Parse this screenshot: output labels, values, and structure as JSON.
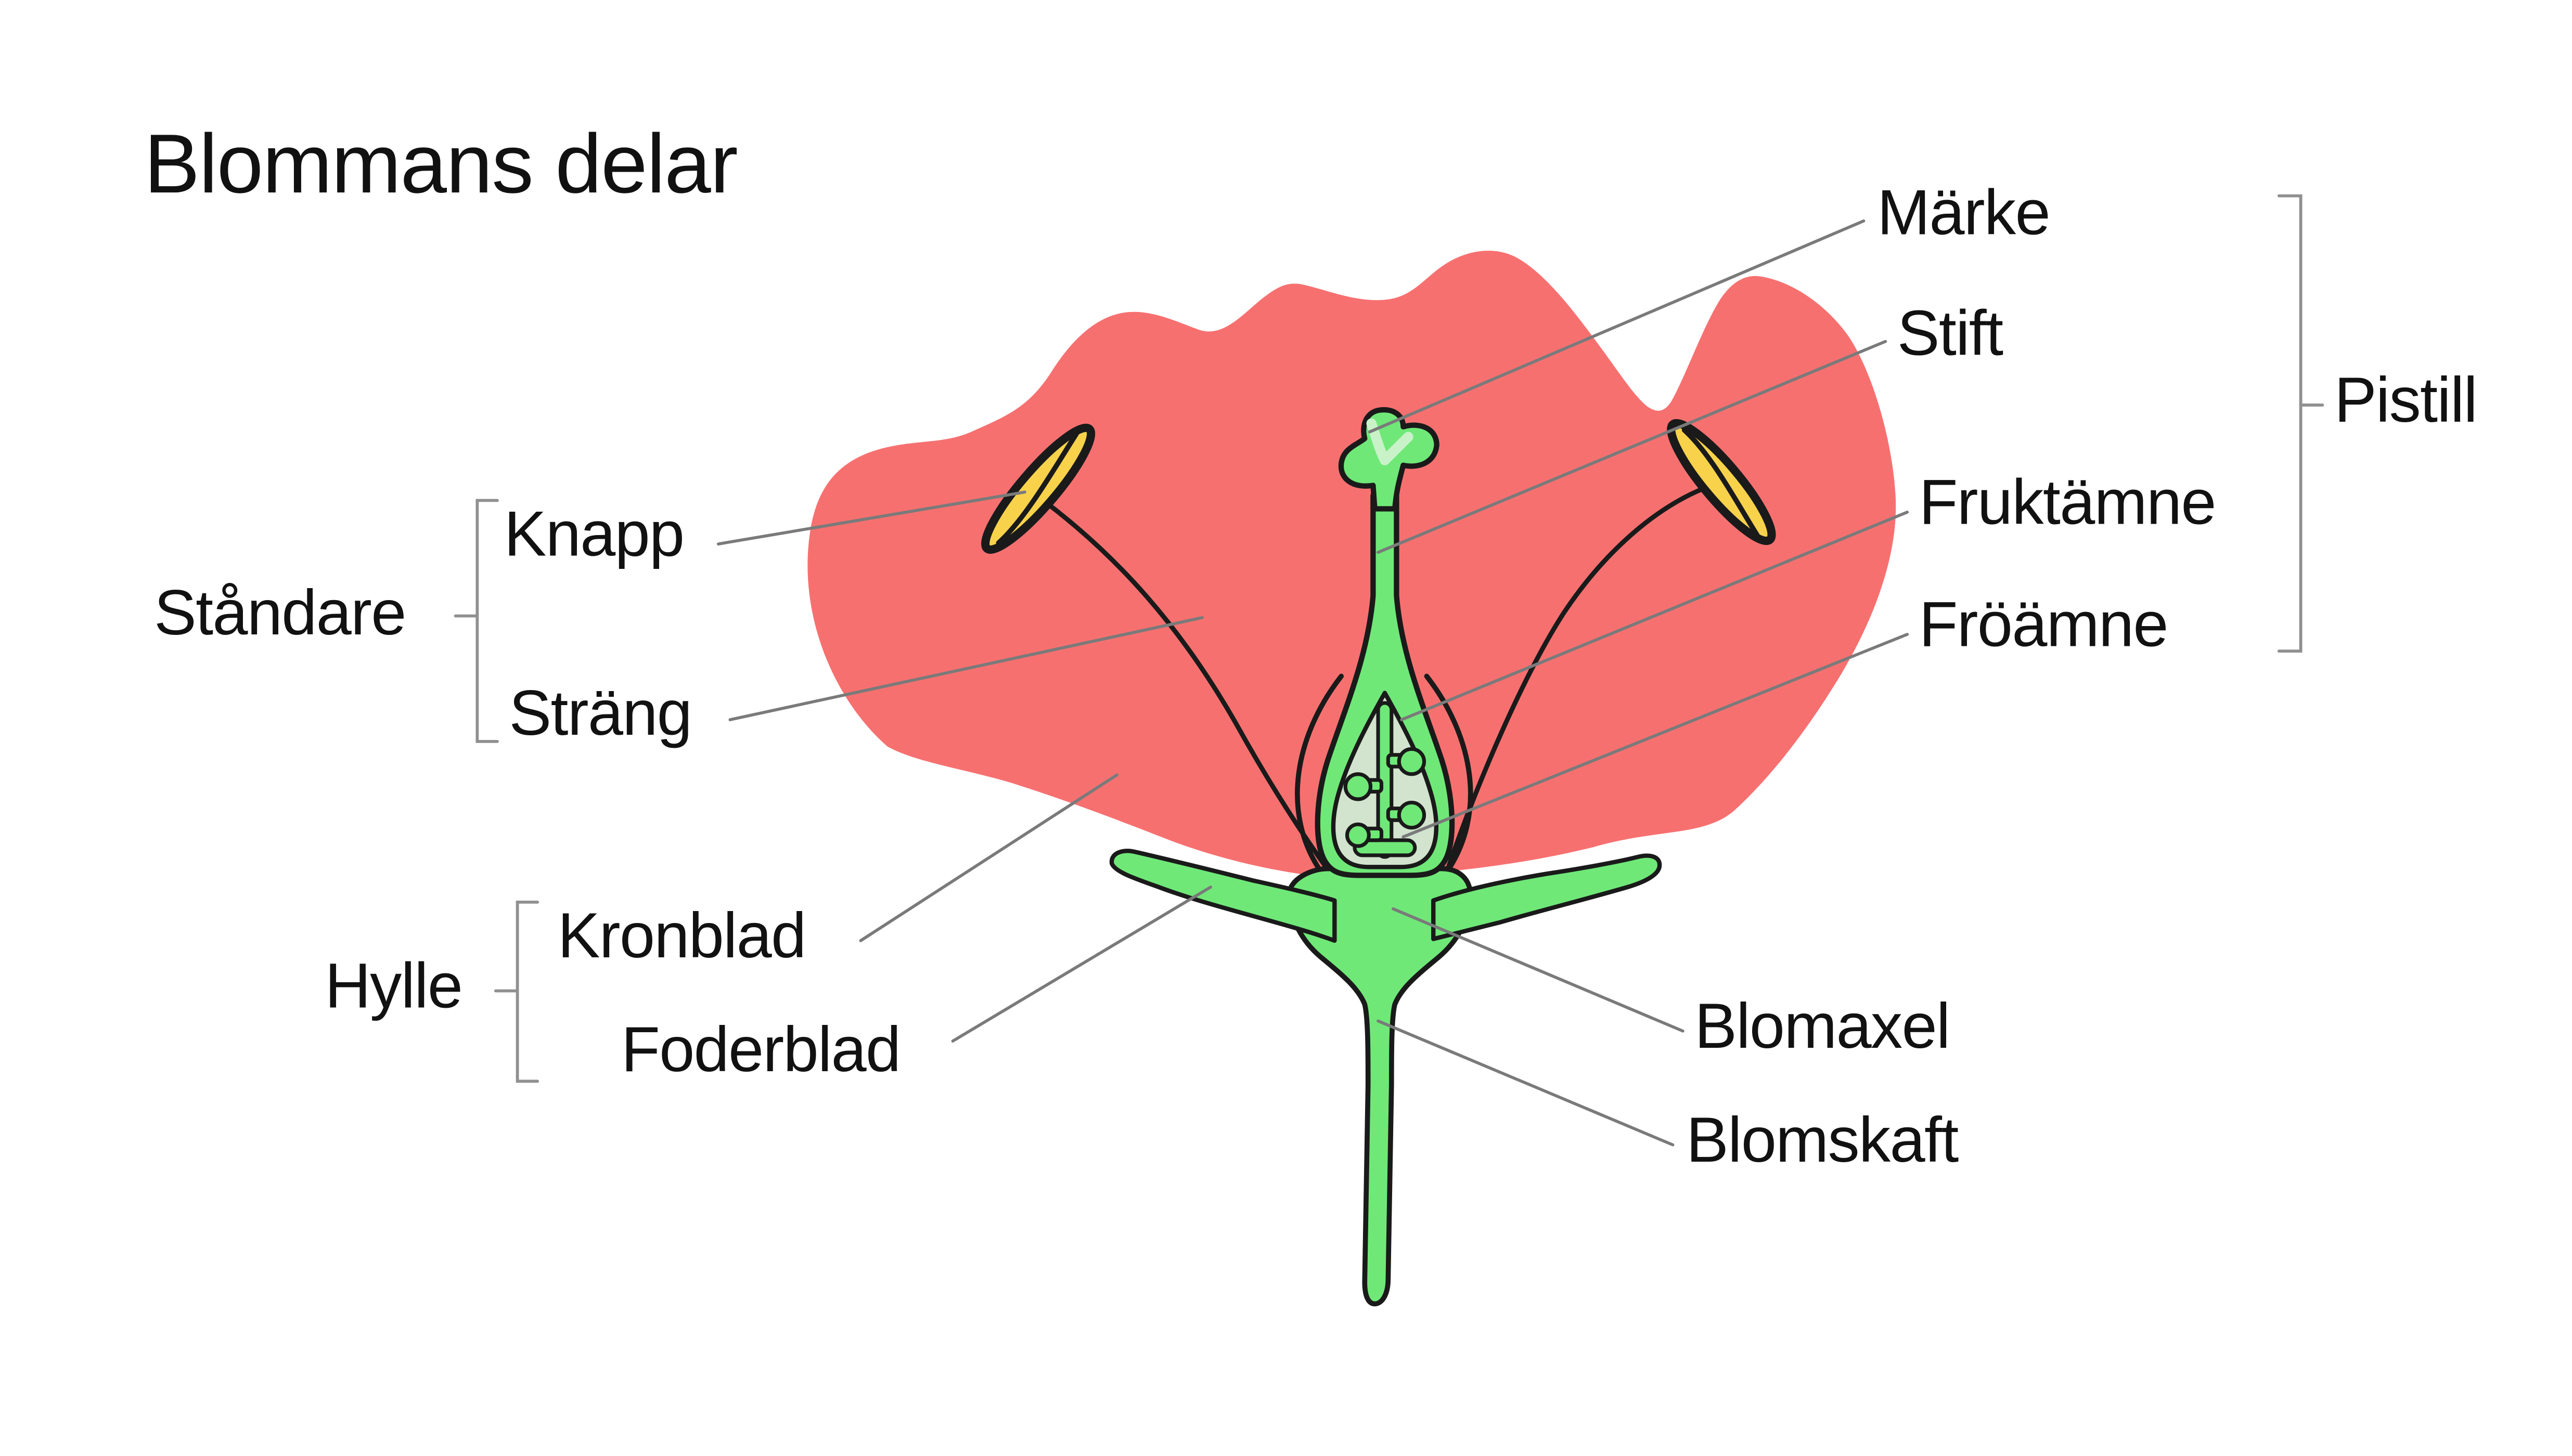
{
  "title": "Blommans delar",
  "labels": {
    "marke": "Märke",
    "stift": "Stift",
    "pistill": "Pistill",
    "fruktamne": "Fruktämne",
    "froamne": "Fröämne",
    "knapp": "Knapp",
    "standare": "Ståndare",
    "strang": "Sträng",
    "kronblad": "Kronblad",
    "hylle": "Hylle",
    "foderblad": "Foderblad",
    "blomaxel": "Blomaxel",
    "blomskaft": "Blomskaft"
  },
  "colors": {
    "petal": "#F77070",
    "plant_green": "#6FE878",
    "ovary_inner": "#D2E4CE",
    "stigma_highlight": "#C9F2C9",
    "anther_yellow": "#F8D24B",
    "outline": "#1A1A1A",
    "leader_line": "#7A7A7A",
    "bracket": "#909090",
    "background": "#FFFFFF",
    "text": "#111111"
  }
}
